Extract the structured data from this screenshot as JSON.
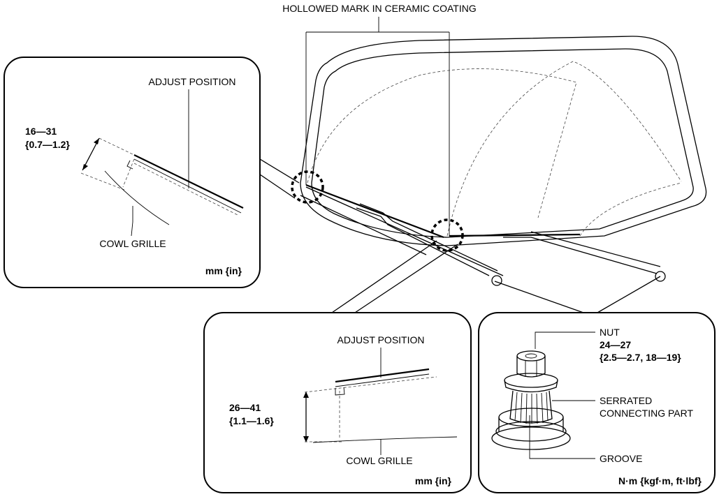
{
  "main_view": {
    "hollowed_mark_label": "HOLLOWED MARK IN CERAMIC COATING"
  },
  "detail_left": {
    "adjust_label": "ADJUST POSITION",
    "dimension_mm": "16—31",
    "dimension_in": "{0.7—1.2}",
    "cowl_label": "COWL GRILLE",
    "unit_label": "mm {in}"
  },
  "detail_bottom": {
    "adjust_label": "ADJUST POSITION",
    "dimension_mm": "26—41",
    "dimension_in": "{1.1—1.6}",
    "cowl_label": "COWL GRILLE",
    "unit_label": "mm {in}"
  },
  "detail_nut": {
    "nut_label": "NUT",
    "torque_nm": "24—27",
    "torque_other": "{2.5—2.7, 18—19}",
    "serrated_label_1": "SERRATED",
    "serrated_label_2": "CONNECTING PART",
    "groove_label": "GROOVE",
    "unit_label": "N·m {kgf·m, ft·lbf}"
  }
}
